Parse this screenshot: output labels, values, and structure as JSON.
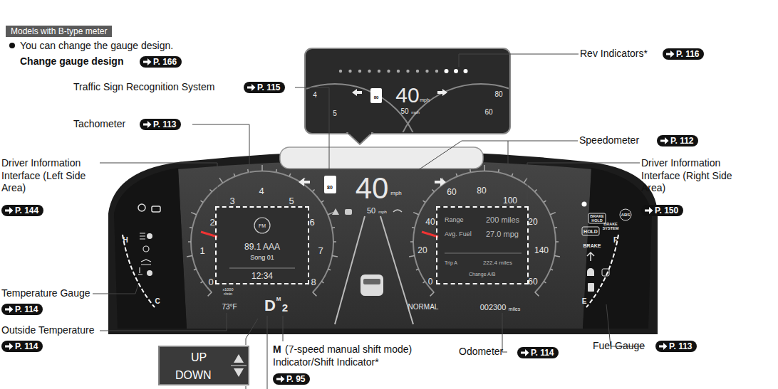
{
  "diagram": {
    "nodes": [
      {
        "text": [
          "Models with B-type meter"
        ]
      },
      {
        "text": [
          "P. 166"
        ]
      },
      {
        "text": [
          "P. 116"
        ]
      },
      {
        "text": [
          "P. 115"
        ]
      },
      {
        "text": [
          "P. 113"
        ]
      },
      {
        "text": [
          "P. 112"
        ]
      },
      {
        "text": [
          "P. 144"
        ]
      },
      {
        "text": [
          "P. 150"
        ]
      },
      {
        "text": [
          "P. 114"
        ]
      },
      {
        "text": [
          "P. 114"
        ]
      },
      {
        "text": [
          "P. 95"
        ]
      },
      {
        "text": [
          "P. 114"
        ]
      },
      {
        "text": [
          "P. 113"
        ]
      },
      {
        "text": [
          "UP",
          "DOWN"
        ]
      },
      {
        "text": [
          "FM",
          "89.1 AAA",
          "Song 01",
          "12:34"
        ]
      },
      {
        "text": [
          "Range",
          "200 miles",
          "Avg. Fuel",
          "27.0 mpg",
          "Trip A",
          "222.4 miles",
          "Change A/B"
        ]
      }
    ],
    "labels": [
      "You can change the gauge design.",
      "Change gauge design",
      "Rev Indicators*",
      "Traffic Sign Recognition System",
      "Tachometer",
      "Speedometer",
      "Driver Information Interface (Left Side Area)",
      "Driver Information Interface (Right Side Area)",
      "Temperature Gauge",
      "Outside Temperature",
      "M",
      "(7-speed manual shift mode) Indicator/Shift Indicator*",
      "Odometer",
      "Fuel Gauge",
      "0",
      "1",
      "2",
      "3",
      "4",
      "5",
      "6",
      "7",
      "8",
      "x1000 r/min",
      "0",
      "20",
      "40",
      "60",
      "80",
      "100",
      "20",
      "140",
      "60",
      "40",
      "mph",
      "80",
      "50",
      "mph",
      "73°F",
      "D",
      "M",
      "2",
      "NORMAL",
      "002300",
      "miles",
      "H",
      "C",
      "F",
      "E",
      "BRAKE HOLD",
      "BRAKE SYSTEM",
      "ABS",
      "HOLD",
      "BRAKE",
      "40",
      "mph",
      "50",
      "mph",
      "80",
      "4",
      "5",
      "60",
      "80"
    ]
  }
}
